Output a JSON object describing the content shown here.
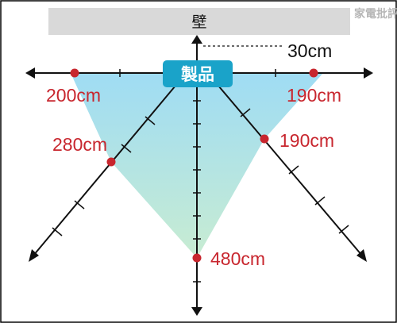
{
  "wall": {
    "label": "壁"
  },
  "product": {
    "label": "製品",
    "color": "#1aa3c9"
  },
  "distance_to_wall": "30cm",
  "watermark": "家電批評",
  "colors": {
    "label": "#c8262e",
    "dot": "#c8262e",
    "axis": "#111111",
    "wall": "#d9d9d9",
    "fan_top": "#9fdcf4",
    "fan_bottom": "#c8ecd2"
  },
  "measurements": [
    {
      "label": "200cm"
    },
    {
      "label": "190cm"
    },
    {
      "label": "280cm"
    },
    {
      "label": "190cm"
    },
    {
      "label": "480cm"
    }
  ]
}
